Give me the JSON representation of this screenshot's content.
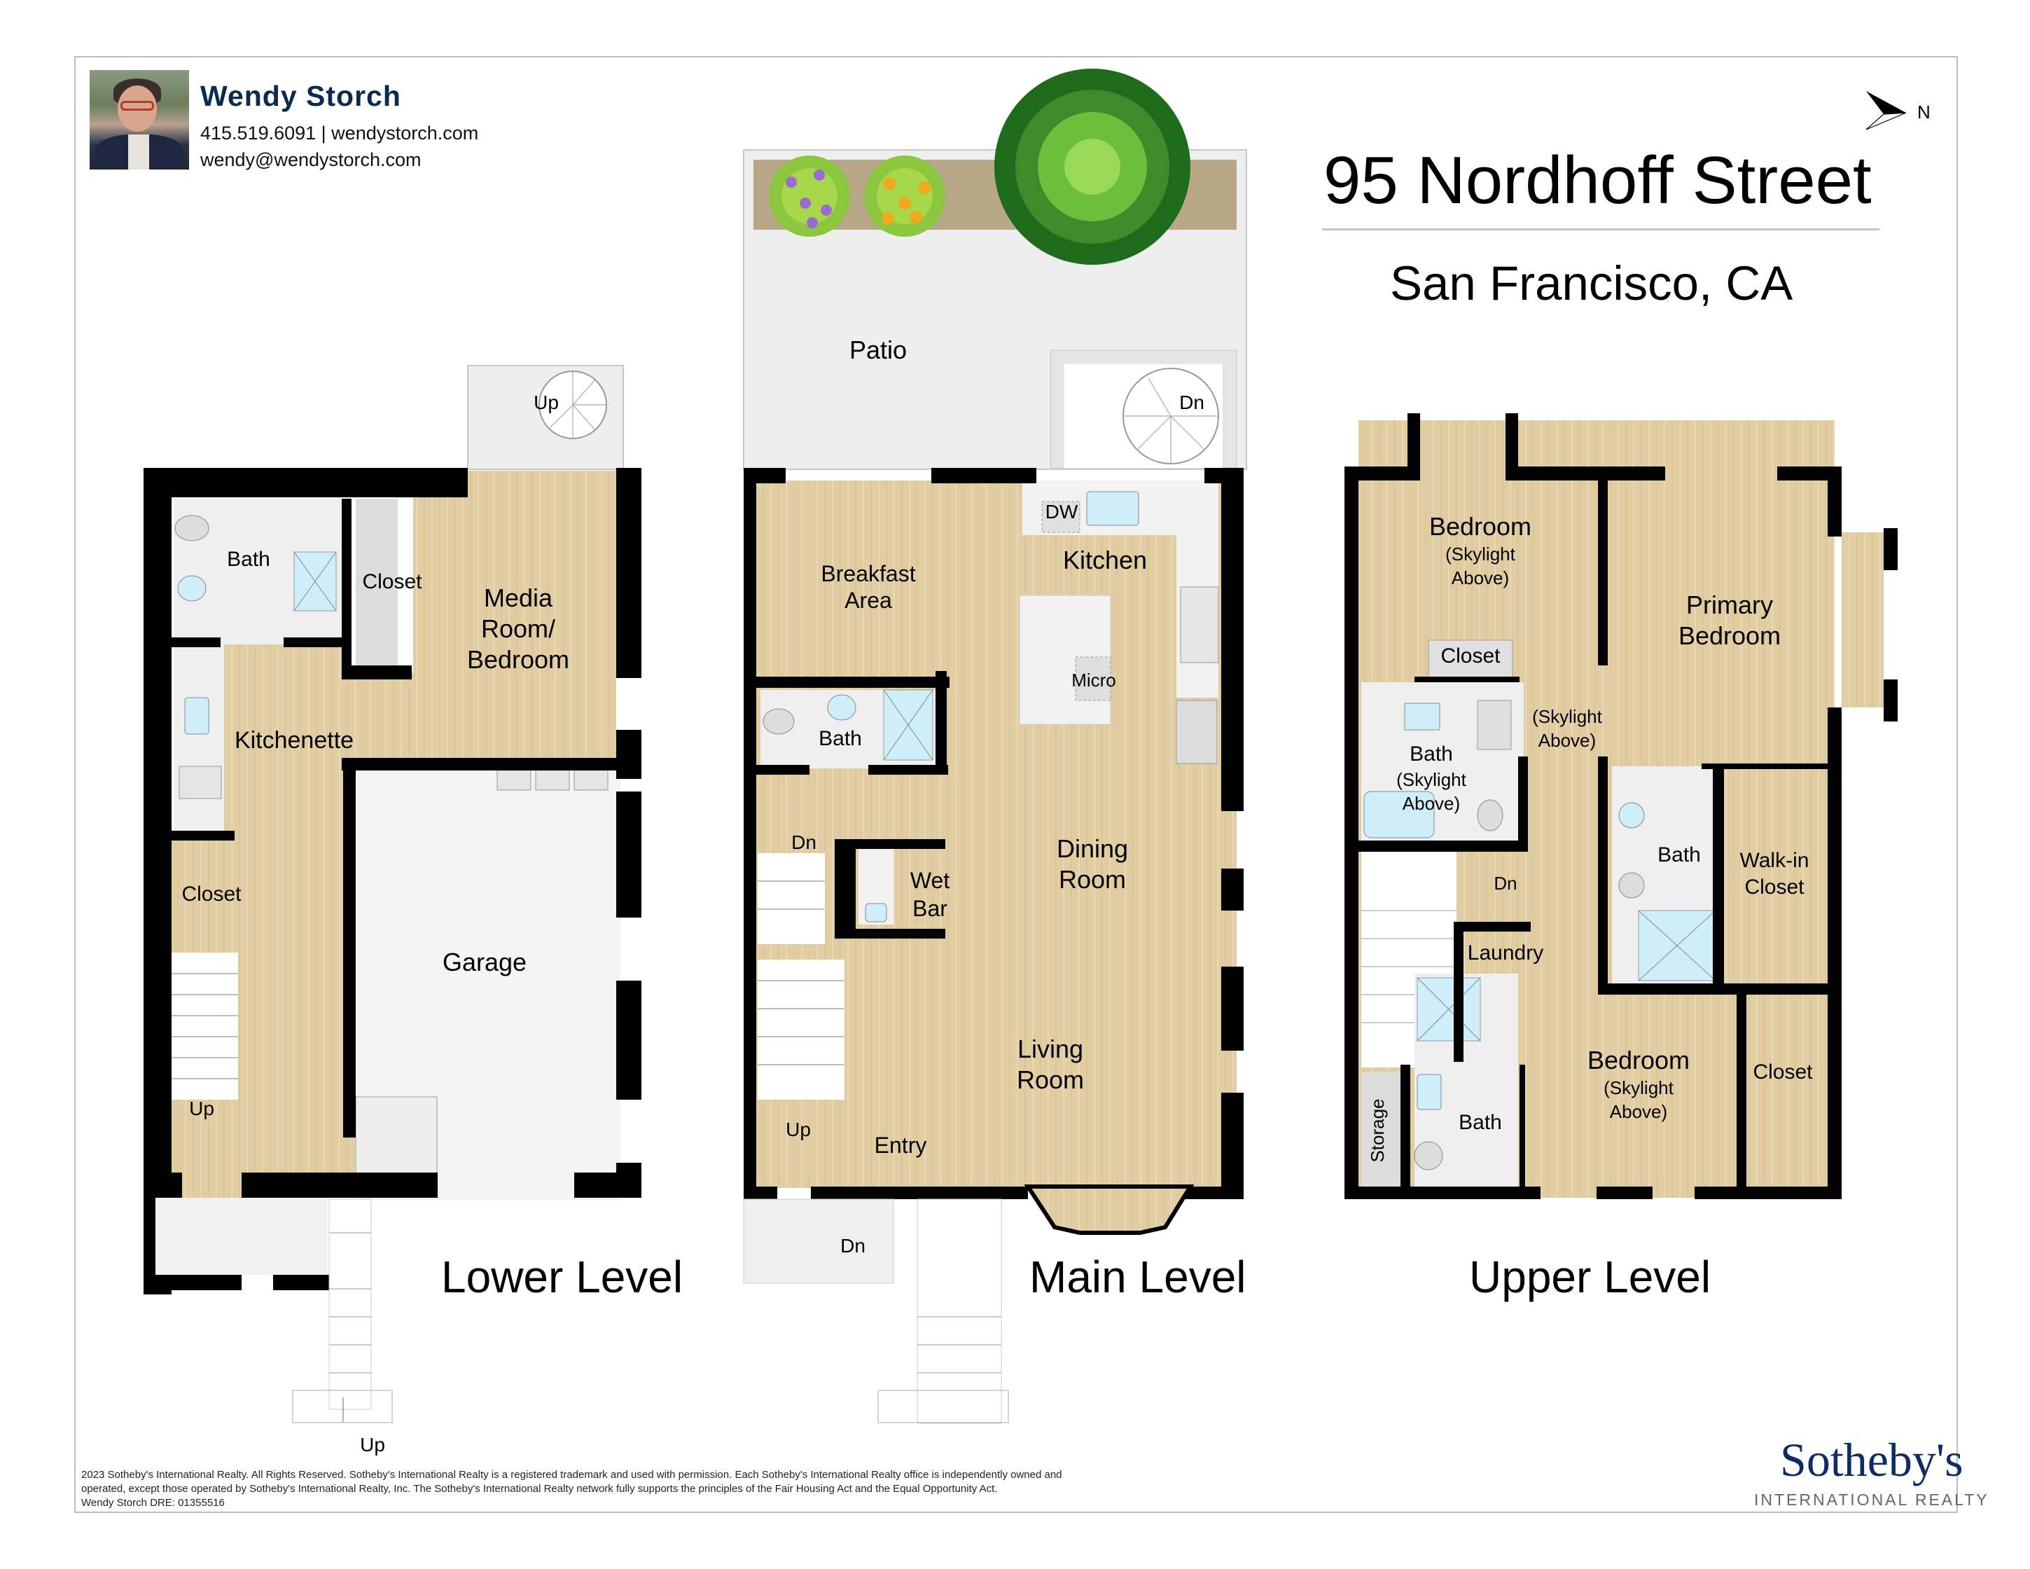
{
  "agent": {
    "name": "Wendy Storch",
    "phone_web": "415.519.6091 | wendystorch.com",
    "email": "wendy@wendystorch.com"
  },
  "property": {
    "address": "95 Nordhoff Street",
    "city": "San Francisco, CA"
  },
  "compass": {
    "label": "N"
  },
  "levels": {
    "lower": {
      "title": "Lower Level",
      "rooms": {
        "bath": "Bath",
        "closet_top": "Closet",
        "media_1": "Media",
        "media_2": "Room/",
        "media_3": "Bedroom",
        "kitchenette": "Kitchenette",
        "closet_left": "Closet",
        "garage": "Garage",
        "stair_up": "Up",
        "spiral_up": "Up",
        "ext_stair_up": "Up"
      }
    },
    "main": {
      "title": "Main Level",
      "rooms": {
        "patio": "Patio",
        "spiral_dn": "Dn",
        "dw": "DW",
        "kitchen": "Kitchen",
        "breakfast_1": "Breakfast",
        "breakfast_2": "Area",
        "micro": "Micro",
        "bath": "Bath",
        "stair_dn": "Dn",
        "wetbar_1": "Wet",
        "wetbar_2": "Bar",
        "dining_1": "Dining",
        "dining_2": "Room",
        "living_1": "Living",
        "living_2": "Room",
        "stair_up": "Up",
        "entry": "Entry",
        "porch_dn": "Dn"
      }
    },
    "upper": {
      "title": "Upper Level",
      "rooms": {
        "bedroom1": "Bedroom",
        "bedroom1_sky1": "(Skylight",
        "bedroom1_sky2": "Above)",
        "closet1": "Closet",
        "primary_1": "Primary",
        "primary_2": "Bedroom",
        "hall_sky1": "(Skylight",
        "hall_sky2": "Above)",
        "bath1": "Bath",
        "bath1_sky1": "(Skylight",
        "bath1_sky2": "Above)",
        "bath2": "Bath",
        "walkin_1": "Walk-in",
        "walkin_2": "Closet",
        "stair_dn": "Dn",
        "laundry": "Laundry",
        "bedroom2": "Bedroom",
        "bedroom2_sky1": "(Skylight",
        "bedroom2_sky2": "Above)",
        "closet2": "Closet",
        "bath3": "Bath",
        "storage": "Storage"
      }
    }
  },
  "footer": {
    "line1": "2023 Sotheby's International Realty. All Rights Reserved. Sotheby's International Realty is a registered trademark and used with permission. Each Sotheby's International Realty office is independently owned and",
    "line2": "operated, except those operated by Sotheby's International Realty, Inc. The Sotheby's International Realty network fully supports the principles of the Fair Housing Act and the Equal Opportunity Act.",
    "line3": "Wendy Storch DRE: 01355516"
  },
  "brand": {
    "name": "Sotheby's",
    "subtitle": "INTERNATIONAL REALTY"
  },
  "colors": {
    "floor": "#e2cda2",
    "wall": "#000000",
    "tile": "#eeeeee",
    "water": "#cdeefa",
    "brand_navy": "#0d2b67",
    "agent_navy": "#0b2a4f"
  }
}
